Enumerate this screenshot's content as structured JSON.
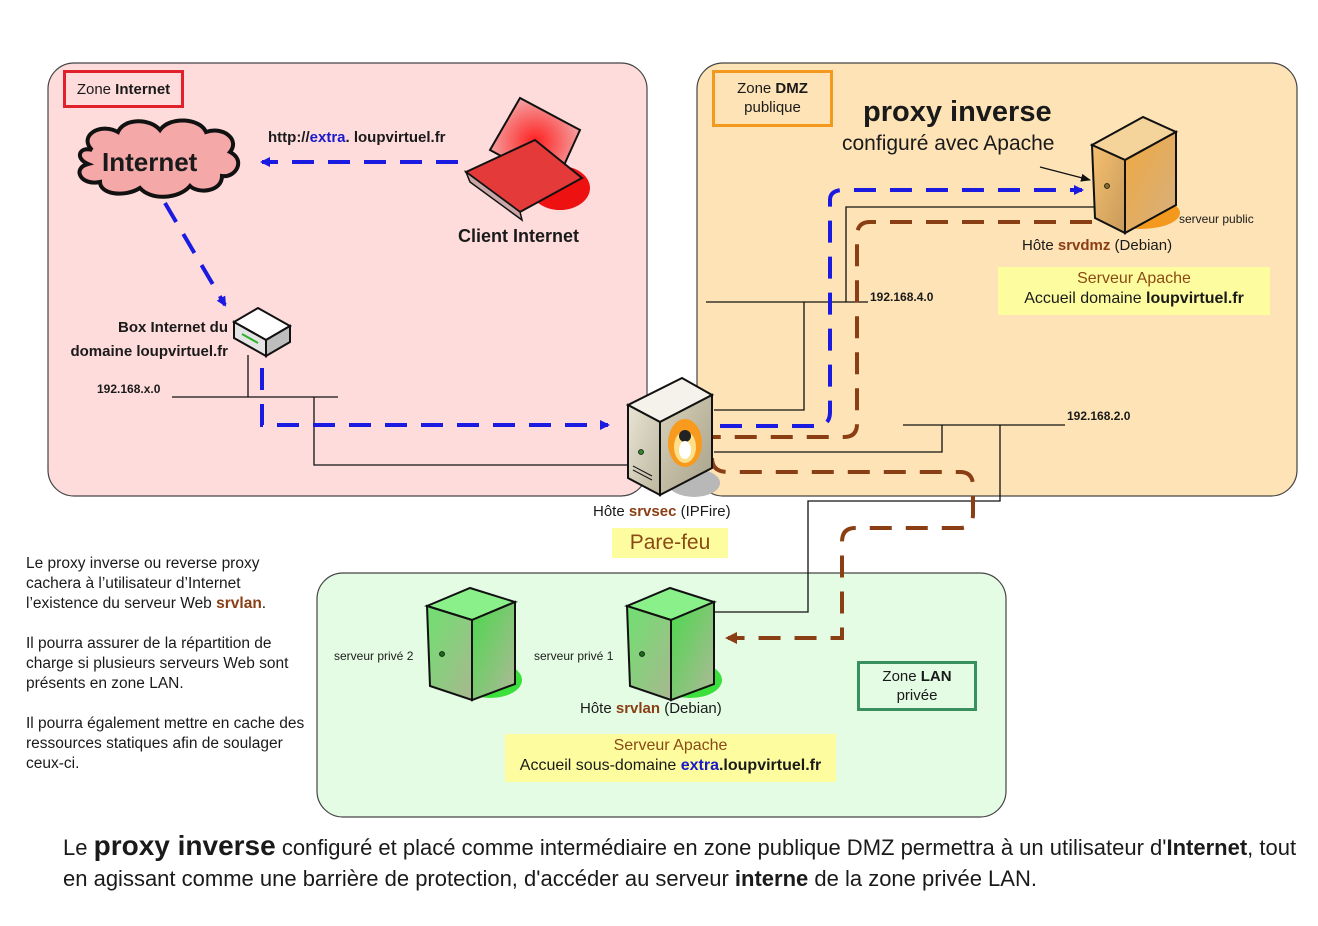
{
  "zones": {
    "internet": {
      "label_prefix": "Zone ",
      "label_bold": "Internet",
      "fill": "#ffdcdc",
      "border_color": "#e0202a"
    },
    "dmz": {
      "label_prefix": "Zone ",
      "label_bold": "DMZ",
      "label_line2": "publique",
      "fill": "#fde3b6",
      "border_color": "#f39a1e"
    },
    "lan": {
      "label_prefix": "Zone ",
      "label_bold": "LAN",
      "label_line2": "privée",
      "fill": "#e4fbe4",
      "border_color": "#3a8f5f"
    }
  },
  "internet_zone": {
    "cloud_label": "Internet",
    "url_prefix": "http://",
    "url_sub": "extra",
    "url_rest": ". loupvirtuel.fr",
    "client_label": "Client Internet",
    "box_label_line1": "Box Internet du",
    "box_label_line2": "domaine loupvirtuel.fr",
    "network_ip": "192.168.x.0"
  },
  "firewall": {
    "host_prefix": "Hôte ",
    "host_name": "srvsec",
    "host_suffix": " (IPFire)",
    "role_label": "Pare-feu"
  },
  "dmz_zone": {
    "title": "proxy inverse",
    "subtitle": "configuré avec Apache",
    "server_caption": "serveur public",
    "host_prefix": "Hôte ",
    "host_name": "srvdmz",
    "host_suffix": " (Debian)",
    "apache_title": "Serveur Apache",
    "apache_desc_prefix": "Accueil domaine ",
    "apache_desc_bold": "loupvirtuel.fr",
    "network_ip": "192.168.4.0",
    "lan_network_ip": "192.168.2.0"
  },
  "lan_zone": {
    "server2_label": "serveur privé 2",
    "server1_label": "serveur privé 1",
    "host_prefix": "Hôte ",
    "host_name": "srvlan",
    "host_suffix": " (Debian)",
    "apache_title": "Serveur Apache",
    "apache_desc_prefix": "Accueil sous-domaine ",
    "apache_desc_sub": "extra",
    "apache_desc_rest": ".loupvirtuel.fr"
  },
  "side_note": {
    "p1_text": "Le proxy inverse ou reverse proxy cachera à l’utilisateur d’Internet l’existence du serveur Web ",
    "p1_bold": "srvlan",
    "p1_end": ".",
    "p2": "Il pourra assurer de la  répartition de charge si plusieurs serveurs Web sont présents en zone LAN.",
    "p3": "Il pourra également mettre en cache des ressources statiques afin de soulager ceux-ci."
  },
  "caption": {
    "part1": "Le ",
    "bold1": "proxy inverse",
    "part2": " configuré et placé comme intermédiaire en zone publique DMZ permettra à un utilisateur d'",
    "bold2": "Internet",
    "part3": ", tout en agissant comme une barrière de protection, d'accéder au serveur ",
    "bold3": "interne",
    "part4": " de la zone privée LAN."
  },
  "flows": {
    "request_color": "#1a1ae0",
    "response_color": "#8a3e14"
  }
}
